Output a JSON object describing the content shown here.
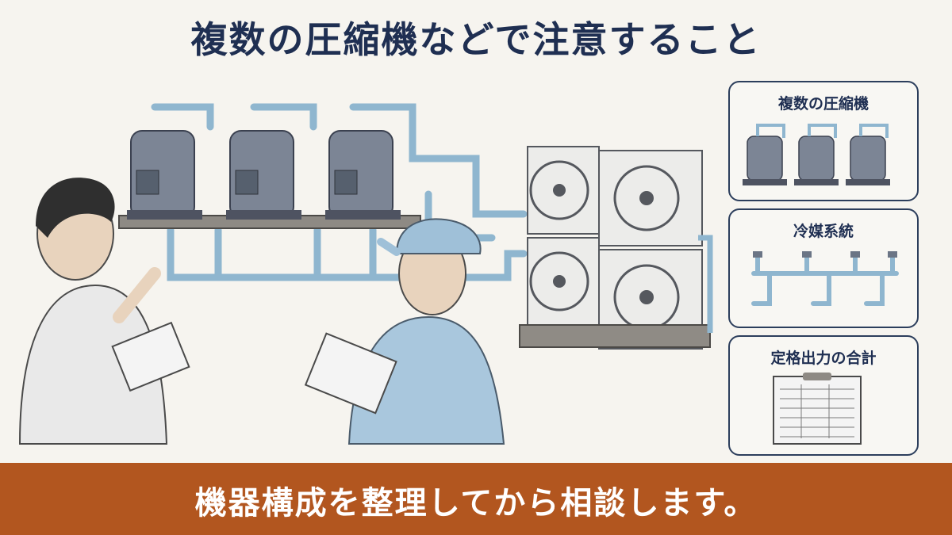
{
  "title": "複数の圧縮機などで注意すること",
  "panels": [
    {
      "label": "複数の圧縮機",
      "icon": "compressors-icon"
    },
    {
      "label": "冷媒系統",
      "icon": "refrigerant-piping-icon"
    },
    {
      "label": "定格出力の合計",
      "icon": "clipboard-table-icon"
    }
  ],
  "banner": {
    "text": "機器構成を整理してから相談します。",
    "color": "#b2561f"
  },
  "colors": {
    "title": "#1f2f52",
    "pipe": "#8fb6cf",
    "metal": "#6b7585",
    "worker": "#a9c7dd"
  }
}
